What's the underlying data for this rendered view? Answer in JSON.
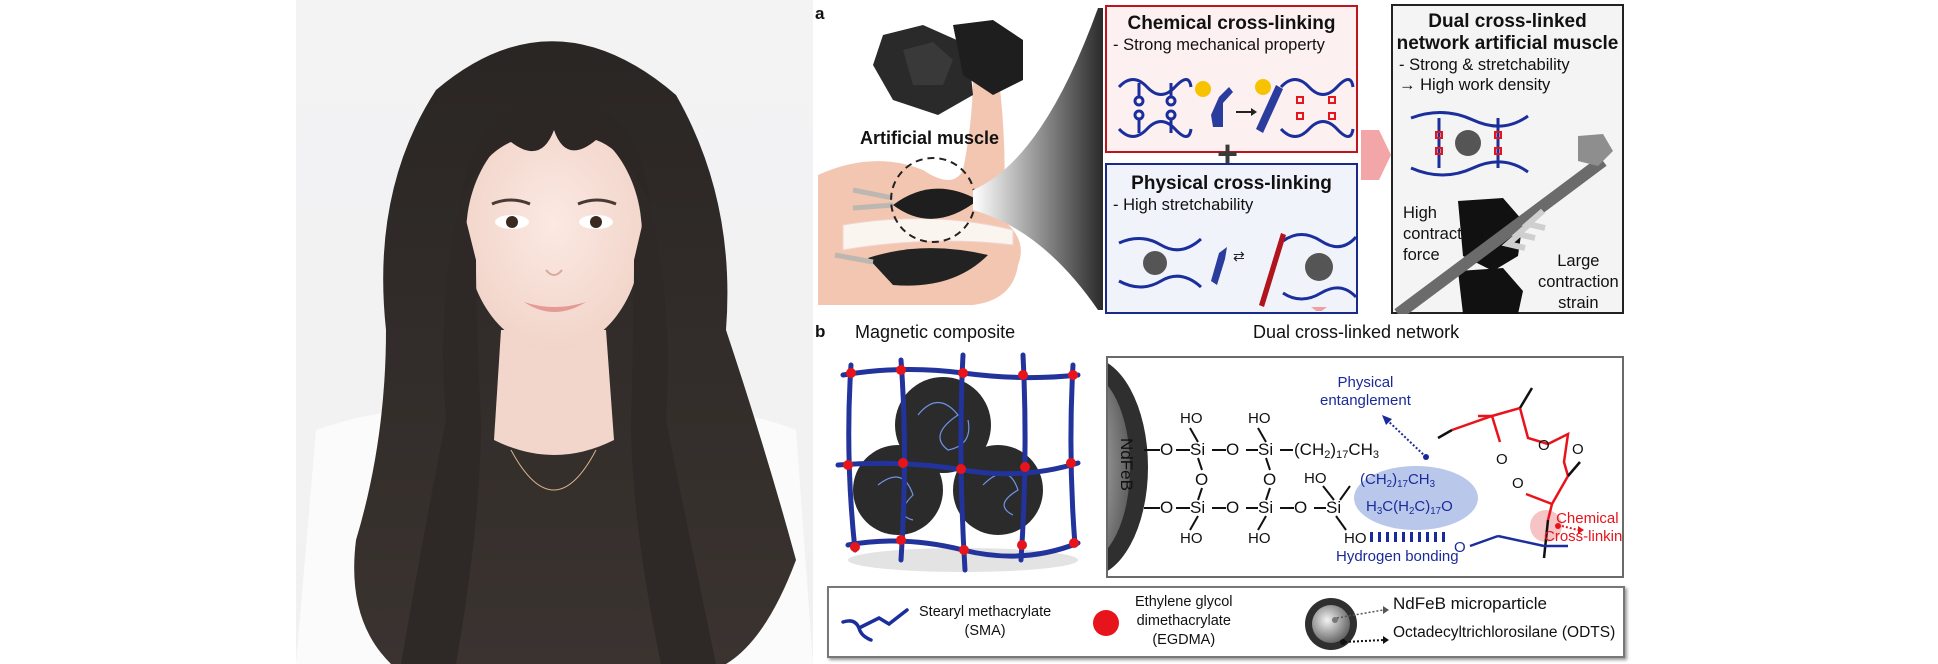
{
  "photo": {
    "subject": "portrait",
    "background_color": "#f2f2f3"
  },
  "figure": {
    "colors": {
      "blue_polymer": "#1b2f9c",
      "red_crosslink": "#e8141c",
      "chem_box_border": "#c0141c",
      "chem_box_fill": "#fdf0f0",
      "phys_box_border": "#1a2a8a",
      "phys_box_fill": "#f1f3fb",
      "entanglement_bubble": "#b9c8ea",
      "skin": "#f2c6b0"
    },
    "panel_a": {
      "label": "a",
      "artificial_muscle_label": "Artificial muscle",
      "chemical": {
        "title": "Chemical cross-linking",
        "property": "- Strong mechanical property"
      },
      "plus_sign": "+",
      "physical": {
        "title": "Physical cross-linking",
        "property": "- High stretchability"
      },
      "dual": {
        "title_line1": "Dual cross-linked",
        "title_line2": "network artificial muscle",
        "property_line1": "- Strong & stretchability",
        "property_line2": "→ High work density",
        "force_line1": "High",
        "force_line2": "contraction",
        "force_line3": "force",
        "strain_line1": "Large",
        "strain_line2": "contraction",
        "strain_line3": "strain"
      }
    },
    "panel_b": {
      "label": "b",
      "composite_title": "Magnetic composite",
      "network_title": "Dual cross-linked network",
      "particle_label": "NdFeB",
      "chem": {
        "ho": "HO",
        "o": "O",
        "si": "Si",
        "chain_top": "(CH",
        "chain_sub2": "2",
        "chain_sub17": "17",
        "chain_end": "CH",
        "chain_sub3": "3",
        "h3c": "H",
        "h2c": "(H",
        "c_close": "C)",
        "o_end": "O"
      },
      "physical_entanglement_line1": "Physical",
      "physical_entanglement_line2": "entanglement",
      "hydrogen_bonding": "Hydrogen bonding",
      "chemical_crosslinking_line1": "Chemical",
      "chemical_crosslinking_line2": "Cross-linking"
    },
    "legend": {
      "sma_name": "Stearyl methacrylate",
      "sma_abbr": "(SMA)",
      "egdma_line1": "Ethylene glycol",
      "egdma_line2": "dimethacrylate",
      "egdma_abbr": "(EGDMA)",
      "ndfeb": "NdFeB microparticle",
      "odts": "Octadecyltrichlorosilane (ODTS)"
    }
  }
}
